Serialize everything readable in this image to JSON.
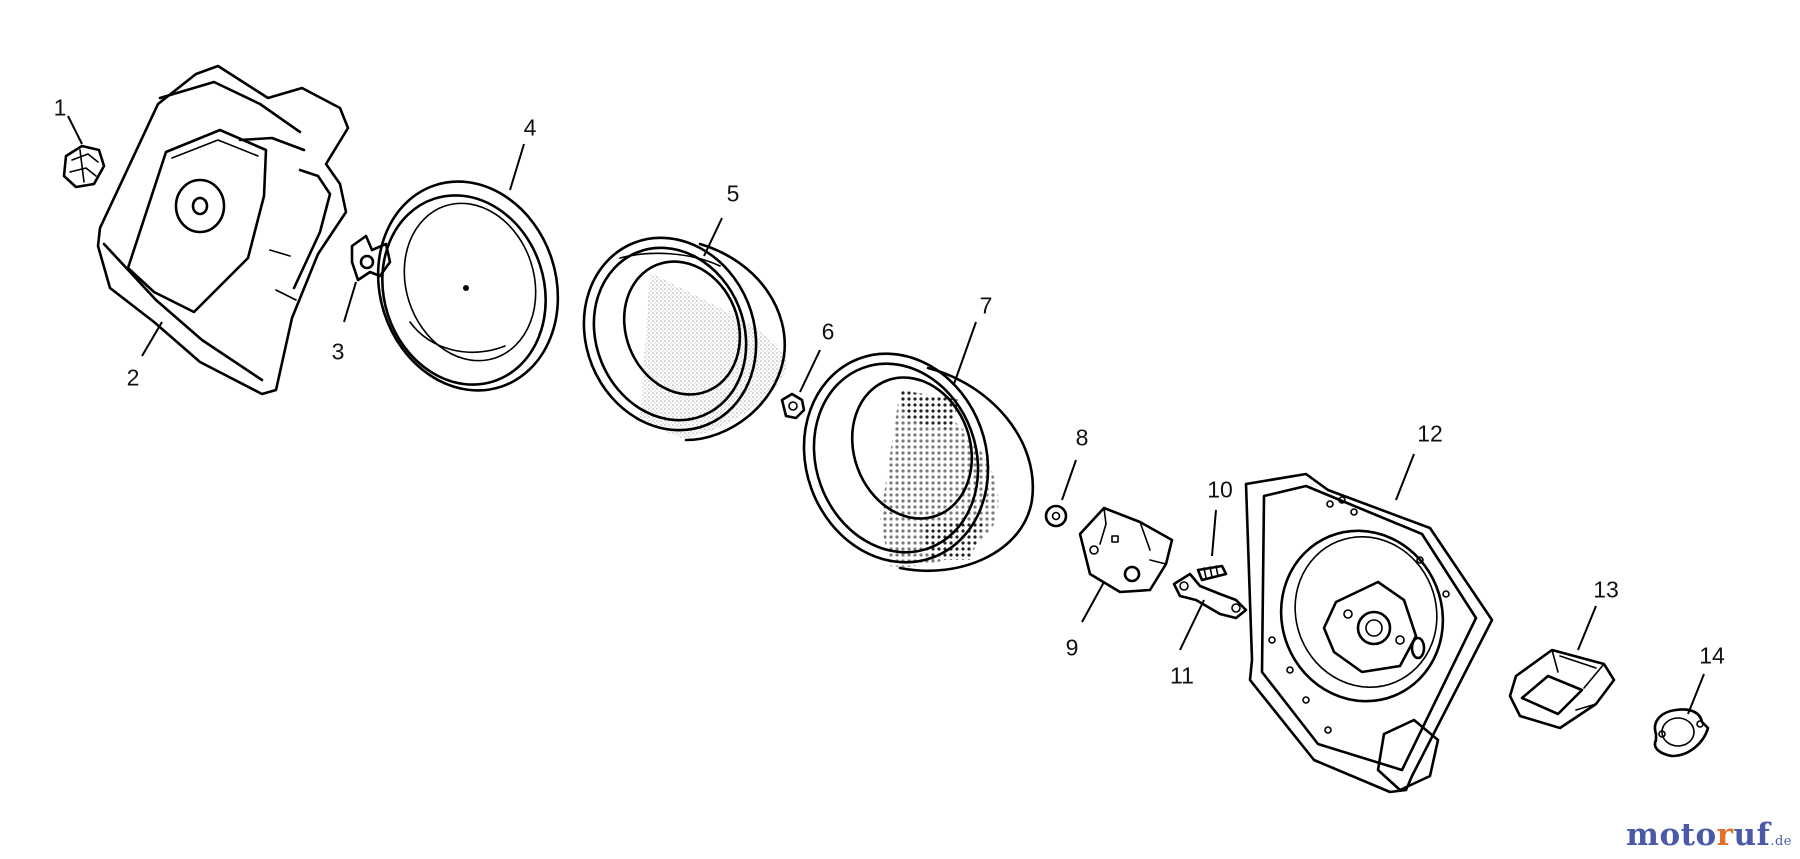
{
  "diagram": {
    "parts": [
      {
        "id": "part-1",
        "label": "1"
      },
      {
        "id": "part-2",
        "label": "2"
      },
      {
        "id": "part-3",
        "label": "3"
      },
      {
        "id": "part-4",
        "label": "4"
      },
      {
        "id": "part-5",
        "label": "5"
      },
      {
        "id": "part-6",
        "label": "6"
      },
      {
        "id": "part-7",
        "label": "7"
      },
      {
        "id": "part-8",
        "label": "8"
      },
      {
        "id": "part-9",
        "label": "9"
      },
      {
        "id": "part-10",
        "label": "10"
      },
      {
        "id": "part-11",
        "label": "11"
      },
      {
        "id": "part-12",
        "label": "12"
      },
      {
        "id": "part-13",
        "label": "13"
      },
      {
        "id": "part-14",
        "label": "14"
      }
    ]
  },
  "watermark": {
    "part_a": "moto",
    "part_b": "r",
    "part_c": "uf",
    "tld": ".de"
  }
}
